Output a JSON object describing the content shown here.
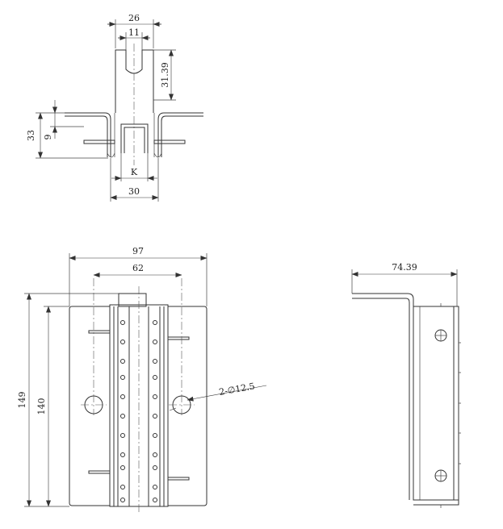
{
  "dimensions": {
    "top_width_outer": "26",
    "top_width_slot": "11",
    "top_slot_height": "31.39",
    "height_total": "33",
    "height_small": "9",
    "label_k": "K",
    "bottom_width": "30",
    "front_width_outer": "97",
    "front_width_holes": "62",
    "front_height_outer": "149",
    "front_height_inner": "140",
    "hole_spec": "2-∅12.5",
    "side_width": "74.39"
  },
  "colors": {
    "line": "#333333",
    "background": "#ffffff"
  }
}
